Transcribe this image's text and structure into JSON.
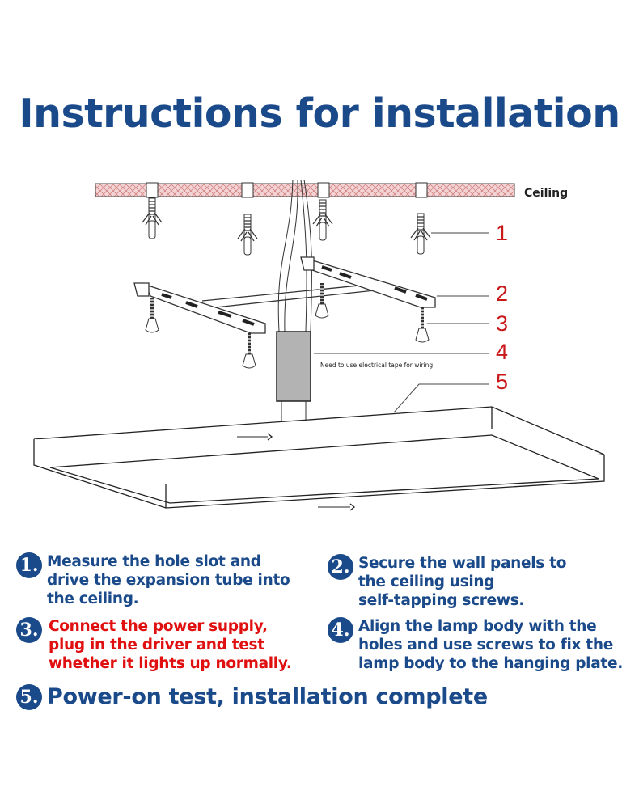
{
  "title": "Instructions for installation",
  "diagram": {
    "ceiling_label": "Ceiling",
    "tape_note": "Need to use electrical tape for wiring",
    "callouts": [
      "1",
      "2",
      "3",
      "4",
      "5"
    ],
    "colors": {
      "title": "#1b4a8a",
      "callout": "#c8181a",
      "ceiling_fill": "#f3d3d3",
      "driver": "#b3b3b3"
    }
  },
  "steps": [
    {
      "number": "1.",
      "text": "Measure the hole slot and\ndrive the expansion tube into\nthe ceiling."
    },
    {
      "number": "2.",
      "text": "Secure the wall panels to\nthe ceiling using\nself-tapping screws."
    },
    {
      "number": "3.",
      "text": "Connect the power supply,\nplug in the driver and test\nwhether it lights up normally."
    },
    {
      "number": "4.",
      "text": "Align the lamp body with the\nholes and use screws to fix the\nlamp body to the hanging plate."
    },
    {
      "number": "5.",
      "text": "Power-on test, installation complete"
    }
  ]
}
